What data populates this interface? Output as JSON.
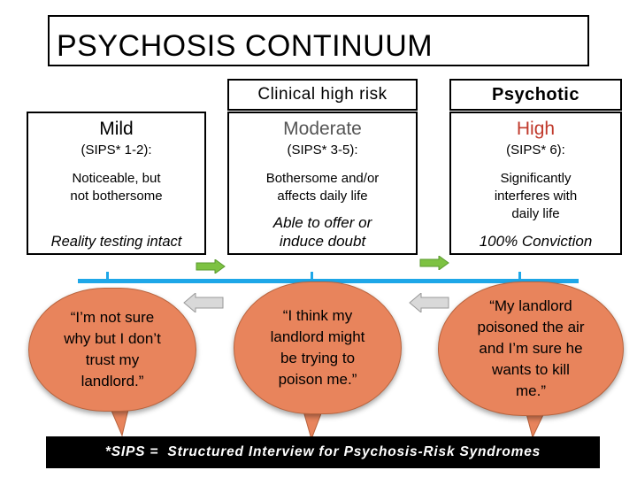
{
  "title": "PSYCHOSIS CONTINUUM",
  "headers": {
    "clinical_high_risk": "Clinical high risk",
    "psychotic": "Psychotic"
  },
  "columns": [
    {
      "level": "Mild",
      "sips": "(SIPS* 1-2):",
      "desc_line1": "Noticeable, but",
      "desc_line2": "not bothersome",
      "desc_line3": "",
      "reality_line1": "Reality testing intact",
      "reality_line2": "",
      "quote_lines": [
        "“I’m not sure",
        "why but I don’t",
        "trust my",
        "landlord.”"
      ]
    },
    {
      "level": "Moderate",
      "sips": "(SIPS* 3-5):",
      "desc_line1": "Bothersome and/or",
      "desc_line2": "affects daily life",
      "desc_line3": "",
      "reality_line1": "Able to offer or",
      "reality_line2": "induce doubt",
      "quote_lines": [
        "“I think my",
        "landlord might",
        "be trying to",
        "poison me.”"
      ]
    },
    {
      "level": "High",
      "sips": "(SIPS* 6):",
      "desc_line1": "Significantly",
      "desc_line2": "interferes with",
      "desc_line3": "daily life",
      "reality_line1": "100% Conviction",
      "reality_line2": "",
      "quote_lines": [
        "“My landlord",
        "poisoned the air",
        "and I’m sure he",
        "wants to kill",
        "me.”"
      ]
    }
  ],
  "footer": "*SIPS =  Structured Interview for Psychosis-Risk Syndromes",
  "colors": {
    "continuum_line": "#1ea7e8",
    "arrow_green": "#7dc242",
    "arrow_gray": "#d9d9d9",
    "bubble": "#e8845c",
    "high_text": "#c0392b"
  }
}
